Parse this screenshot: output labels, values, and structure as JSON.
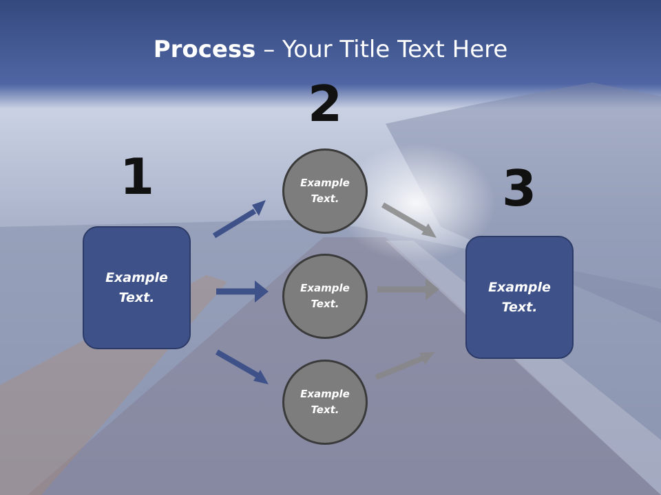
{
  "title": {
    "bold": "Process",
    "rest": " – Your Title Text Here"
  },
  "steps": {
    "step1": {
      "number": "1",
      "text": "Example\nText."
    },
    "step2": {
      "number": "2",
      "items": [
        {
          "text": "Example\nText."
        },
        {
          "text": "Example\nText."
        },
        {
          "text": "Example\nText."
        }
      ]
    },
    "step3": {
      "number": "3",
      "text": "Example\nText."
    }
  },
  "colors": {
    "blue_box": "#3e5189",
    "gray_circle": "#7d7d7d",
    "blue_arrow": "#3e5189",
    "gray_arrow": "#888888"
  }
}
